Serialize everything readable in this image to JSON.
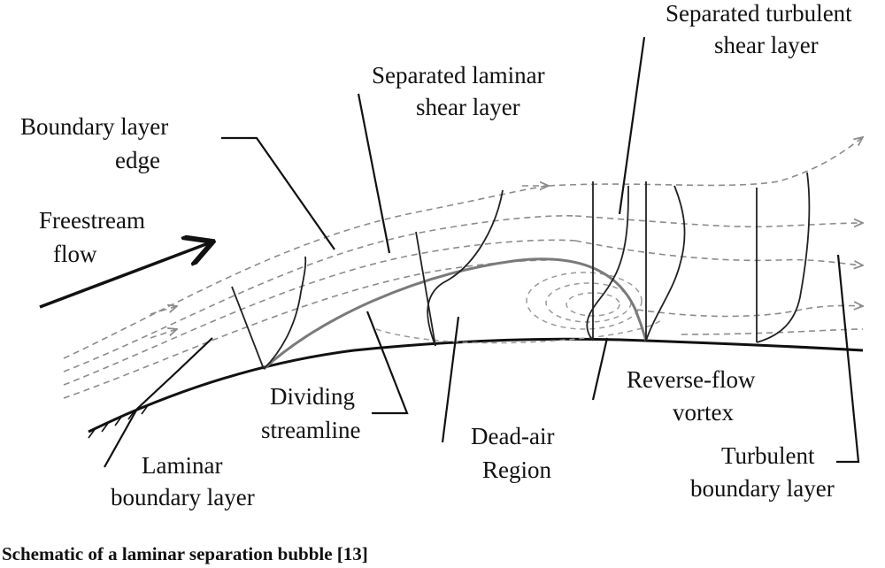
{
  "labels": {
    "freestream": [
      "Freestream",
      "flow"
    ],
    "bl_edge": [
      "Boundary layer",
      "edge"
    ],
    "sep_laminar": [
      "Separated laminar",
      "shear layer"
    ],
    "sep_turbulent": [
      "Separated turbulent",
      "shear layer"
    ],
    "laminar_bl": [
      "Laminar",
      "boundary layer"
    ],
    "dividing": [
      "Dividing",
      "streamline"
    ],
    "dead_air": [
      "Dead-air",
      "Region"
    ],
    "reverse_vortex": [
      "Reverse-flow",
      "vortex"
    ],
    "turbulent_bl": [
      "Turbulent",
      "boundary layer"
    ]
  },
  "caption": "Schematic of a laminar separation bubble [13]"
}
